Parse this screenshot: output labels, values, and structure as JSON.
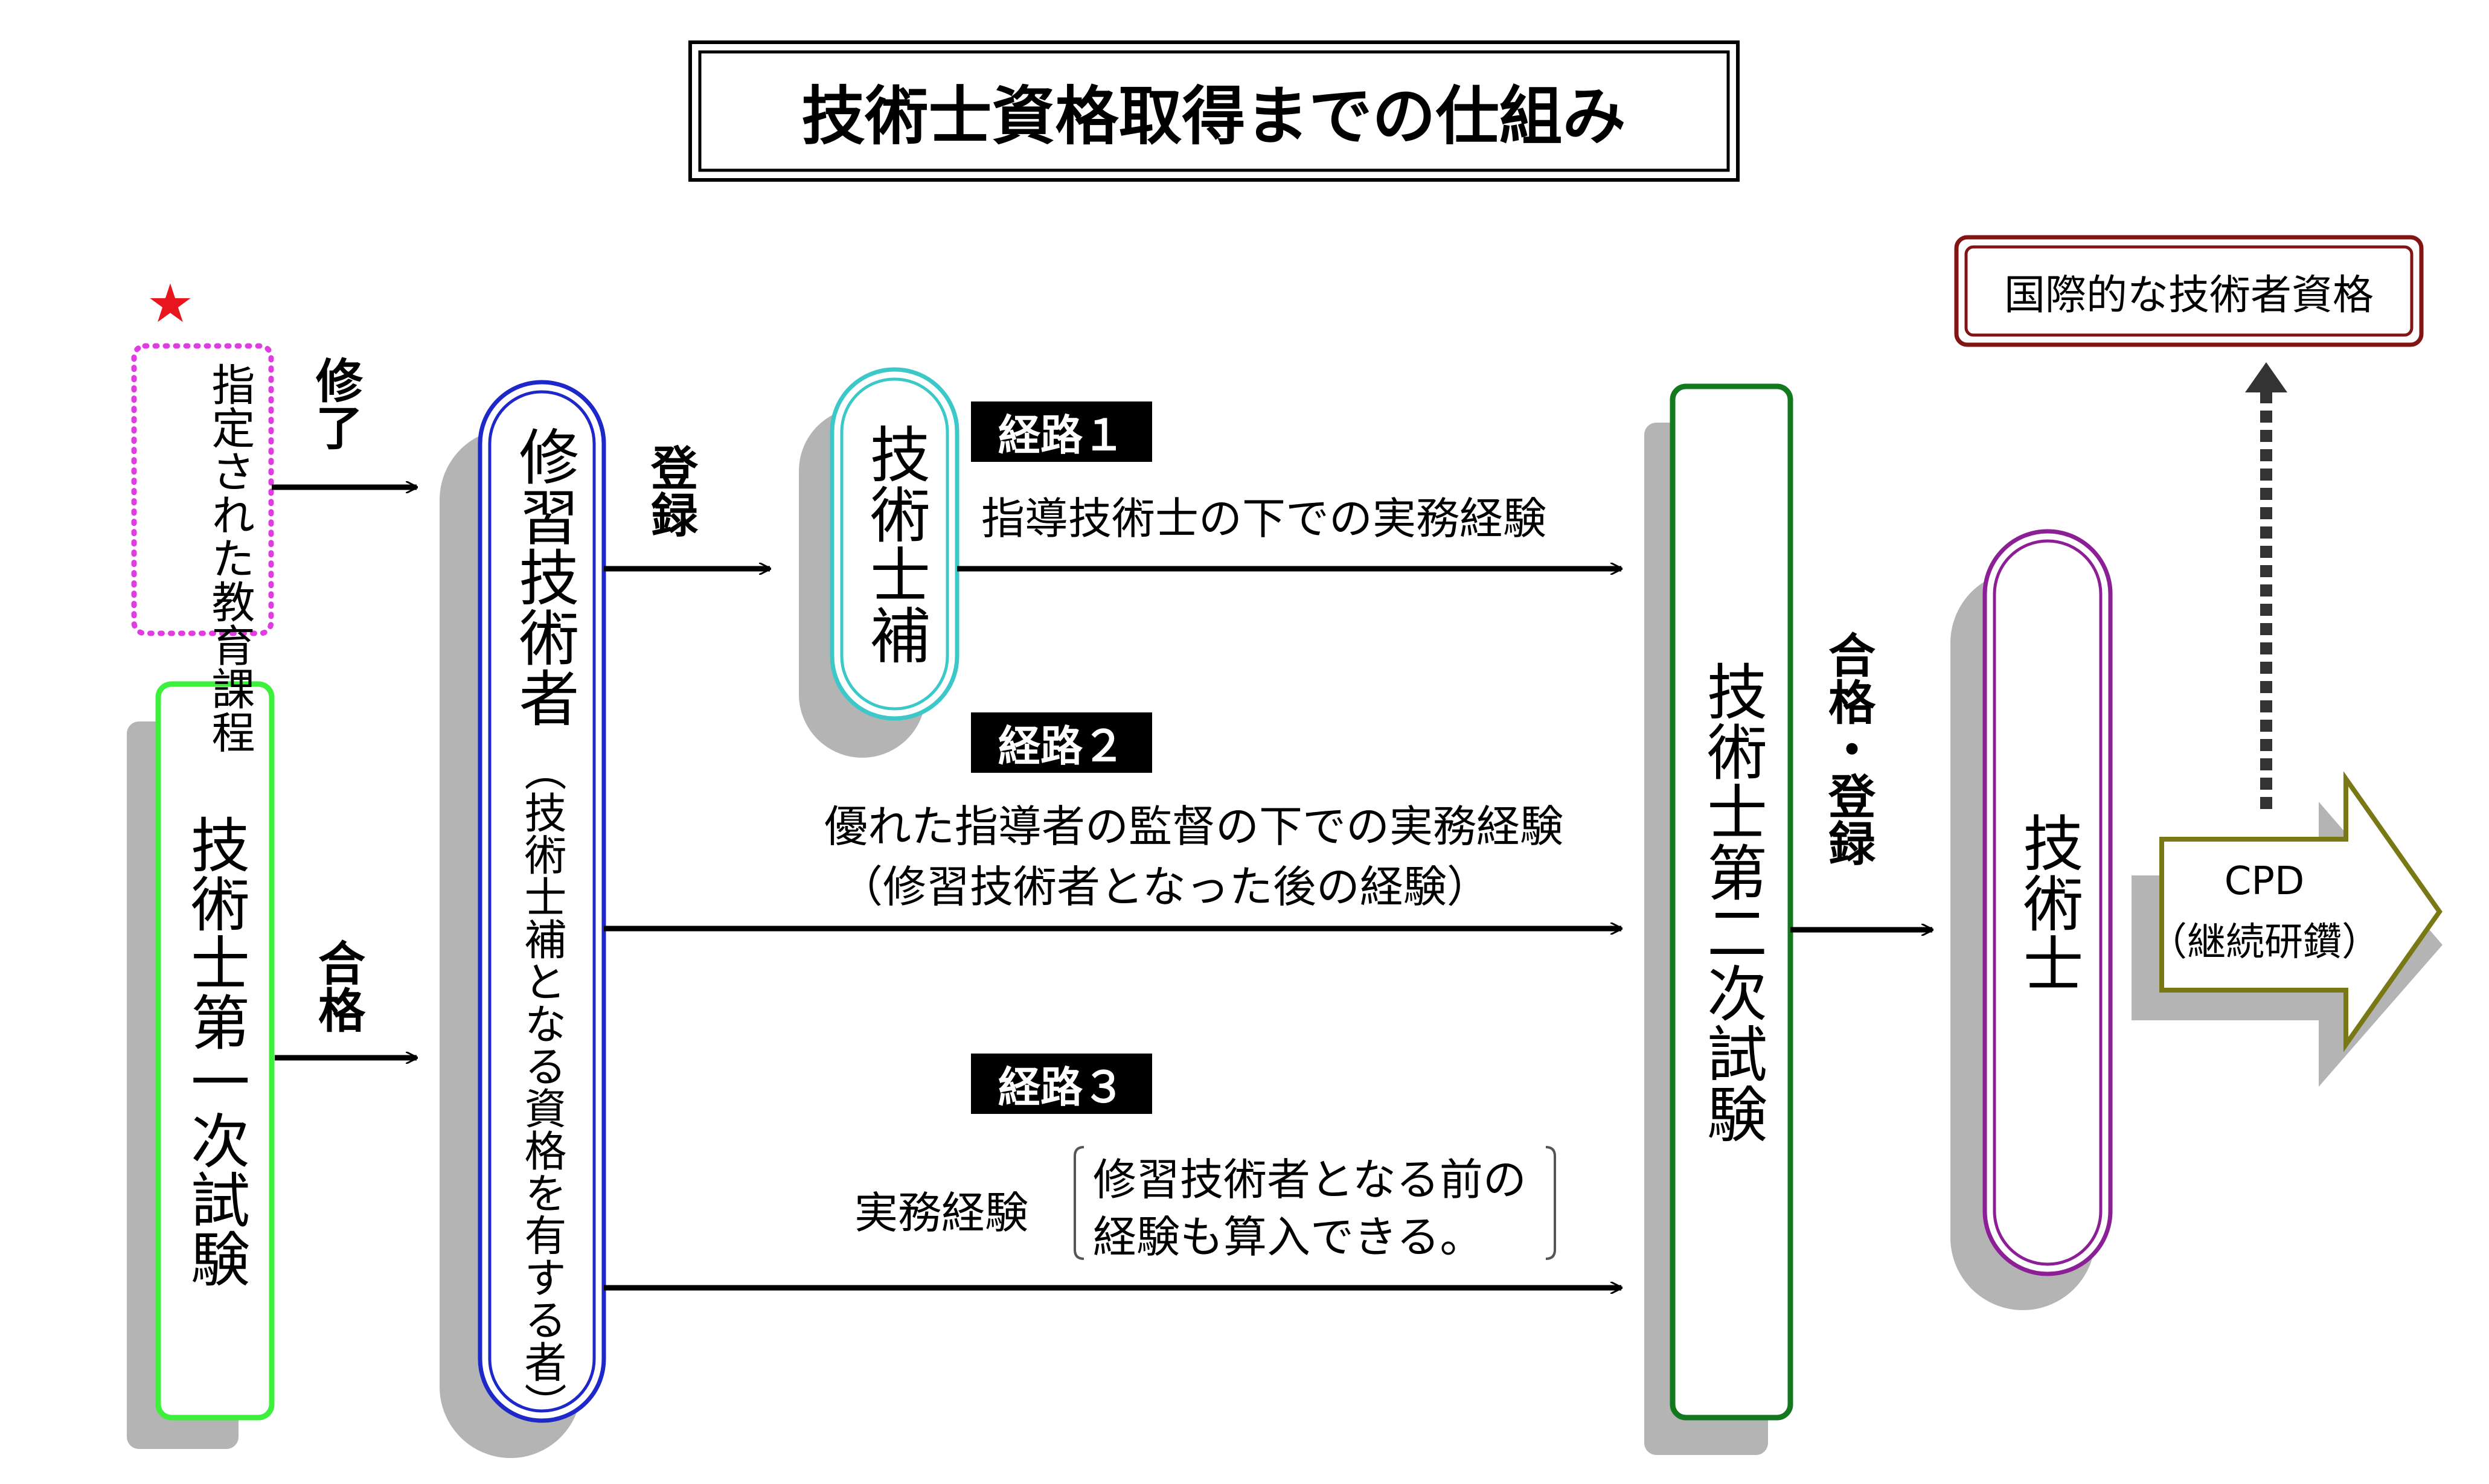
{
  "title": "技術士資格取得までの仕組み",
  "star": "★",
  "nodes": {
    "designated_course": "指定された教育課程",
    "first_exam": "技術士第一次試験",
    "trainee": "修習技術者",
    "trainee_note": "（技術士補となる資格を有する者）",
    "assistant": "技術士補",
    "second_exam": "技術士第二次試験",
    "engineer": "技術士",
    "cpd_line1": "CPD",
    "cpd_line2": "（継続研鑽）",
    "international": "国際的な技術者資格"
  },
  "labels": {
    "completion": "修了",
    "pass": "合格",
    "register": "登録",
    "pass_register": "合格・登録"
  },
  "routes": [
    {
      "badge": "経路１",
      "desc": "指導技術士の下での実務経験"
    },
    {
      "badge": "経路２",
      "desc": "優れた指導者の監督の下での実務経験",
      "desc2": "（修習技術者となった後の経験）"
    },
    {
      "badge": "経路３",
      "desc": "実務経験",
      "note_line1": "修習技術者となる前の",
      "note_line2": "経験も算入できる。"
    }
  ],
  "colors": {
    "designated_border": "#e13ce1",
    "star": "#e8141e",
    "first_exam_border": "#3cf03c",
    "trainee_border": "#1e28c8",
    "assistant_border": "#3cc8c8",
    "second_exam_border": "#14781e",
    "engineer_border": "#8c1e96",
    "cpd_border": "#787814",
    "international_border": "#821414",
    "shadow": "#b4b4b4"
  }
}
